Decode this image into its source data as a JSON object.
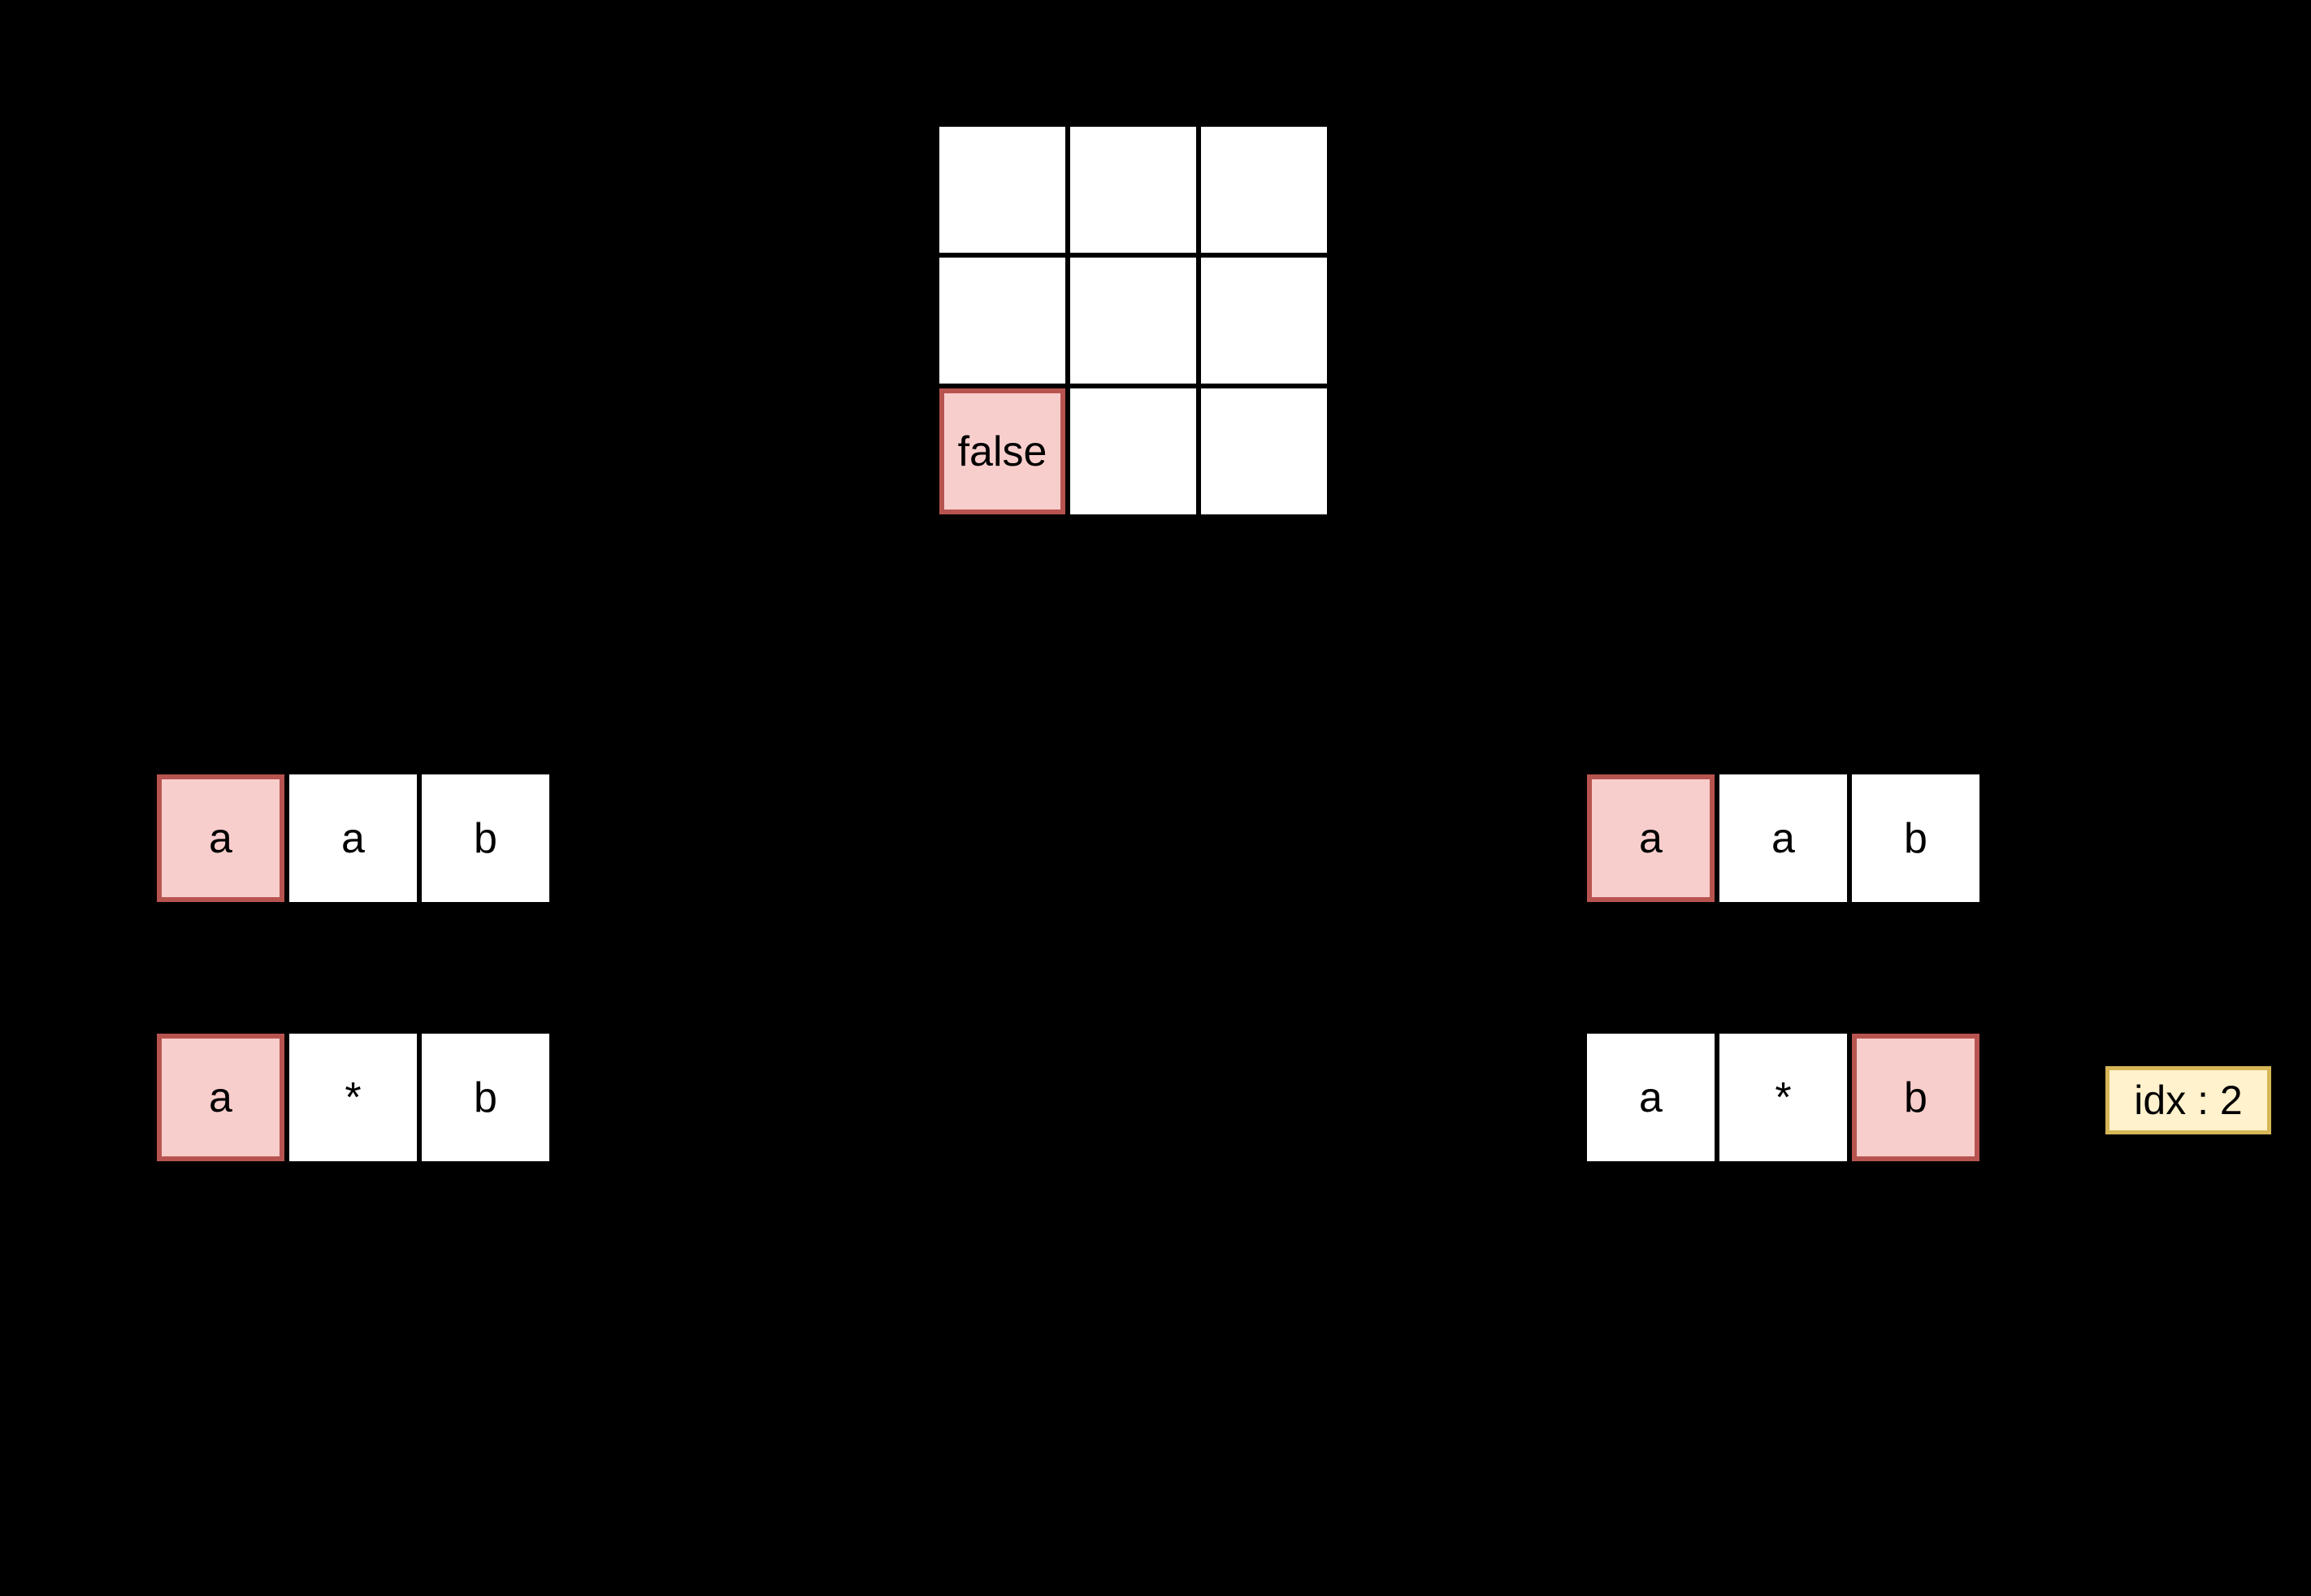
{
  "colors": {
    "background": "#000000",
    "cell_fill": "#FFFFFF",
    "cell_text": "#000000",
    "highlight_fill": "#F8CECC",
    "highlight_border": "#B85450",
    "note_fill": "#FFF2CC",
    "note_border": "#D6B656"
  },
  "dp_grid": {
    "rows": 3,
    "cols": 3,
    "cells": [
      {
        "text": "",
        "highlight": false
      },
      {
        "text": "",
        "highlight": false
      },
      {
        "text": "",
        "highlight": false
      },
      {
        "text": "",
        "highlight": false
      },
      {
        "text": "",
        "highlight": false
      },
      {
        "text": "",
        "highlight": false
      },
      {
        "text": "false",
        "highlight": true
      },
      {
        "text": "",
        "highlight": false
      },
      {
        "text": "",
        "highlight": false
      }
    ]
  },
  "arrays": {
    "left_top": {
      "cells": [
        {
          "text": "a",
          "highlight": true
        },
        {
          "text": "a",
          "highlight": false
        },
        {
          "text": "b",
          "highlight": false
        }
      ]
    },
    "left_bottom": {
      "cells": [
        {
          "text": "a",
          "highlight": true
        },
        {
          "text": "*",
          "highlight": false
        },
        {
          "text": "b",
          "highlight": false
        }
      ]
    },
    "right_top": {
      "cells": [
        {
          "text": "a",
          "highlight": true
        },
        {
          "text": "a",
          "highlight": false
        },
        {
          "text": "b",
          "highlight": false
        }
      ]
    },
    "right_bottom": {
      "cells": [
        {
          "text": "a",
          "highlight": false
        },
        {
          "text": "*",
          "highlight": false
        },
        {
          "text": "b",
          "highlight": true
        }
      ]
    }
  },
  "note": {
    "label": "idx : 2"
  }
}
